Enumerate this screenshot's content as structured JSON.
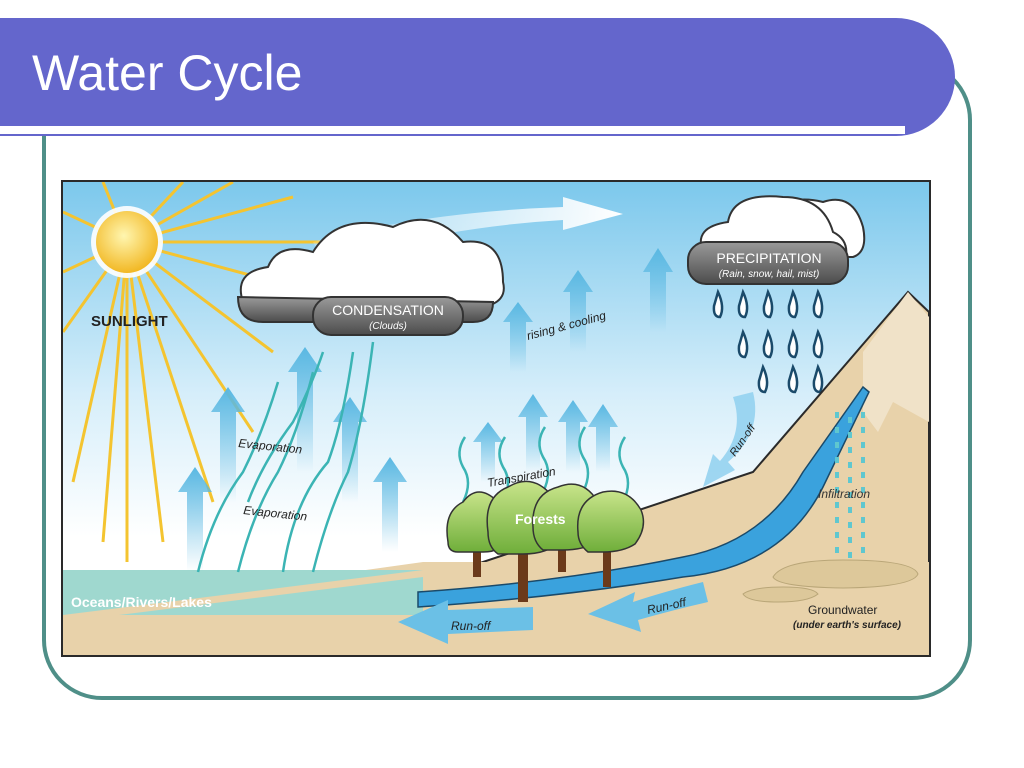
{
  "slide": {
    "title": "Water Cycle"
  },
  "diagram": {
    "sunlight": "SUNLIGHT",
    "condensation": "CONDENSATION",
    "condensation_sub": "(Clouds)",
    "precipitation": "PRECIPITATION",
    "precipitation_sub": "(Rain, snow, hail, mist)",
    "rising_cooling": "rising & cooling",
    "evaporation_1": "Evaporation",
    "evaporation_2": "Evaporation",
    "transpiration": "Transpiration",
    "forests": "Forests",
    "runoff_slope": "Run-off",
    "runoff_middle": "Run-off",
    "runoff_bottom": "Run-off",
    "infiltration": "Infiltration",
    "groundwater": "Groundwater",
    "groundwater_sub": "(under earth's surface)",
    "oceans": "Oceans/Rivers/Lakes"
  },
  "colors": {
    "title_bar": "#6466cc",
    "frame": "#4f8f88",
    "sky": "#8fd0ee",
    "land": "#e8d2aa",
    "water": "#3aa2dd"
  }
}
